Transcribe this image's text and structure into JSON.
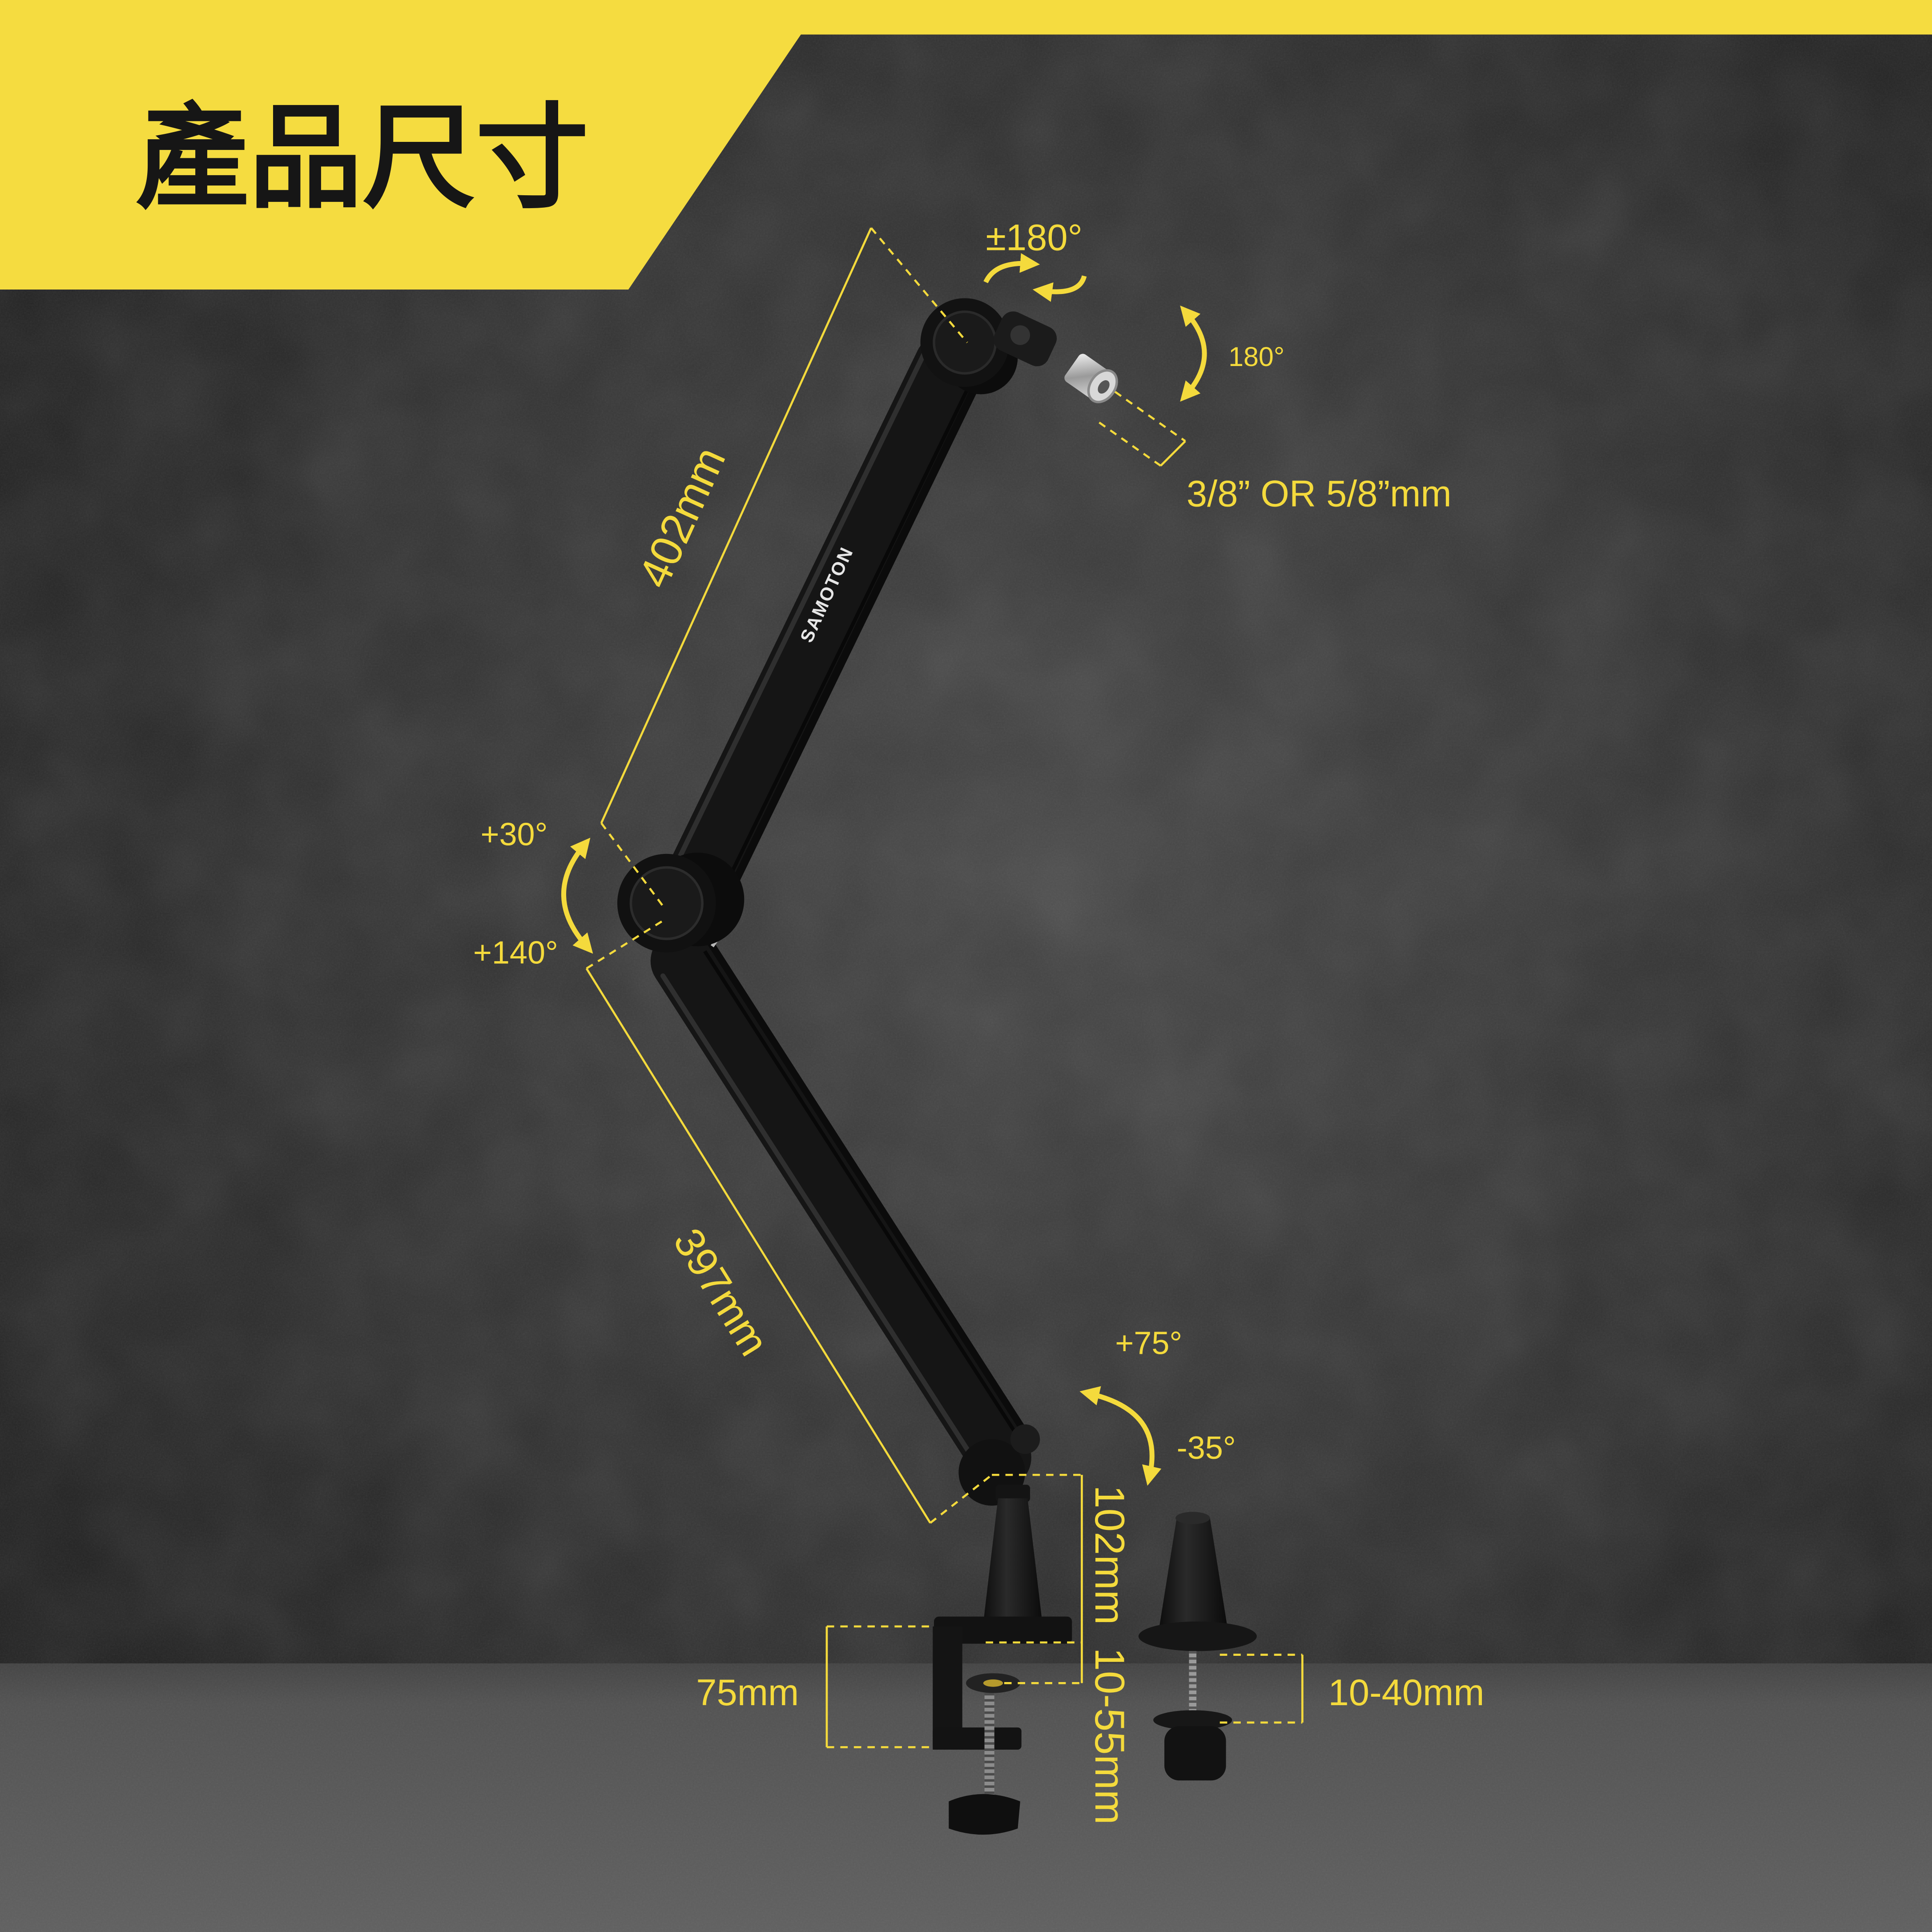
{
  "title": "產品尺寸",
  "brand": "SAMOTON",
  "dimensions": {
    "upper_arm": "402mm",
    "lower_arm": "397mm",
    "base_height": "102mm",
    "clamp_range": "10-55mm",
    "clamp_depth": "75mm",
    "grommet_range": "10-40mm",
    "thread": "3/8” OR 5/8”mm"
  },
  "angles": {
    "head_rotation": "±180°",
    "head_tilt": "180°",
    "elbow_min": "+30°",
    "elbow_max": "+140°",
    "base_up": "+75°",
    "base_down": "-35°"
  },
  "colors": {
    "accent": "#f4da3c",
    "banner": "#f5dc40",
    "title_text": "#161616",
    "wall": "#2b2b2b",
    "floor": "#555555"
  }
}
